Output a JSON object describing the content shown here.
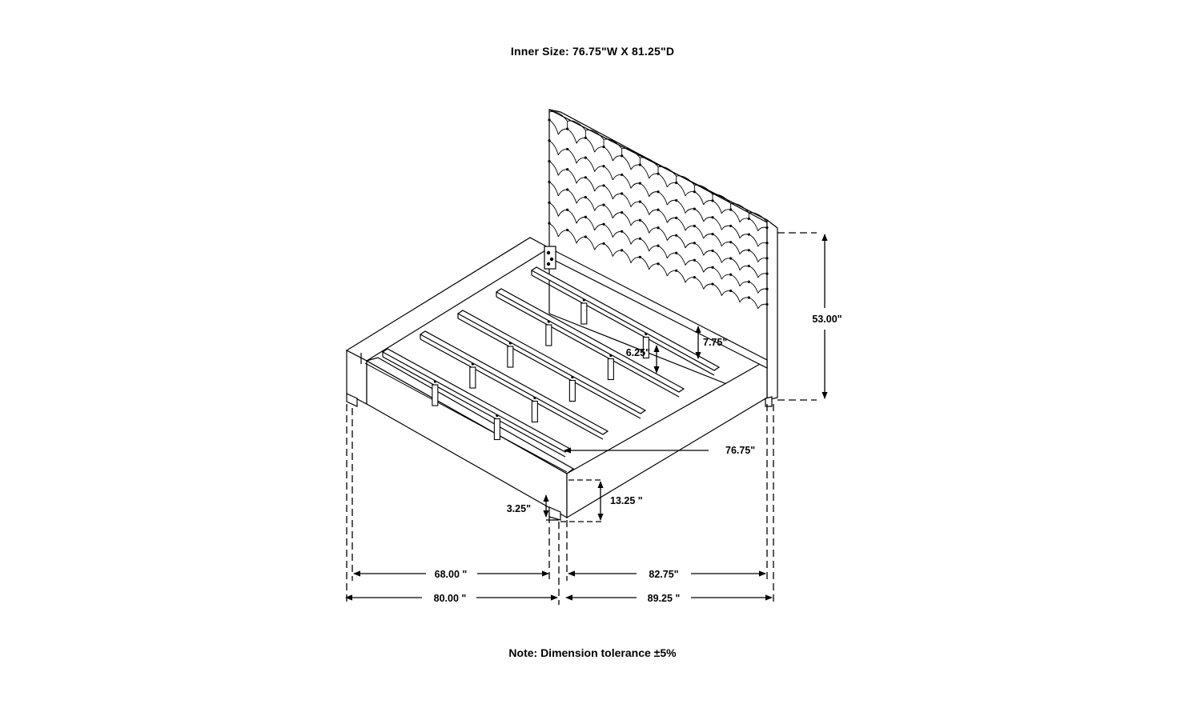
{
  "header": {
    "title": "Inner Size: 76.75\"W X 81.25\"D"
  },
  "footer": {
    "note": "Note: Dimension tolerance ±5%"
  },
  "dimensions": {
    "headboard_height": "53.00\"",
    "slat_gap_high": "7.75\"",
    "slat_gap_low": "6.25\"",
    "inner_width": "76.75\"",
    "rail_height": "13.25 \"",
    "leg_height": "3.25\"",
    "inner_width_front": "68.00 \"",
    "inner_length_side": "82.75\"",
    "outer_width": "80.00 \"",
    "outer_length": "89.25 \""
  },
  "colors": {
    "line": "#000000",
    "fill": "#ffffff"
  }
}
